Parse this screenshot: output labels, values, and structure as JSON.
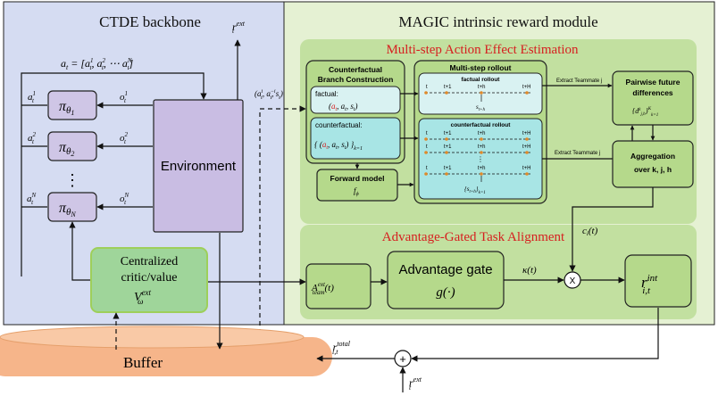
{
  "left_panel": {
    "title": "CTDE backbone"
  },
  "right_panel": {
    "title": "MAGIC intrinsic reward module"
  },
  "env_box": {
    "label": "Environment"
  },
  "labels": {
    "action_vec": "a",
    "action_vec_sub": "t",
    "action_vec_rhs": "= [a",
    "r_ext_top": "r",
    "r_ext_top_sub": "t",
    "r_ext_top_sup": "ext",
    "a_tuple": "(a",
    "a_tuple_rest": ", a",
    "a_tuple_end": ", s",
    "a_tuple_close": ")"
  },
  "policies": [
    {
      "pi": "π",
      "sub": "θ",
      "subsub": "1",
      "a_sup": "1",
      "o_sup": "1"
    },
    {
      "pi": "π",
      "sub": "θ",
      "subsub": "2",
      "a_sup": "2",
      "o_sup": "2"
    },
    {
      "pi": "π",
      "sub": "θ",
      "subsub": "N",
      "a_sup": "N",
      "o_sup": "N"
    }
  ],
  "dots": "⋮",
  "critic": {
    "line1": "Centralized",
    "line2": "critic/value",
    "v": "V",
    "v_sub": "ω",
    "v_sup": "ext"
  },
  "buffer": {
    "label": "Buffer"
  },
  "multistep": {
    "title": "Multi-step Action Effect Estimation",
    "cf_branch_title_1": "Counterfactual",
    "cf_branch_title_2": "Branch Construction",
    "factual_label": "factual:",
    "counterfactual_label": "counterfactual:",
    "rollout_title": "Multi-step rollout",
    "factual_rollout": "factual rollout",
    "cf_rollout": "counterfactual  rollout",
    "t": "t",
    "t1": "t+1",
    "th": "t+h",
    "tH": "t+H",
    "extract_1": "Extract Teammate j",
    "extract_2": "Extract Teammate j",
    "forward_model_1": "Forward model",
    "forward_model_2": "f",
    "forward_model_sub": "ϕ",
    "pairwise_1": "Pairwise future",
    "pairwise_2": "differences",
    "aggregation_1": "Aggregation",
    "aggregation_2": "over k, j, h"
  },
  "advantage": {
    "title": "Advantage-Gated Task Alignment",
    "a_team": "A",
    "a_team_sup": "ext",
    "a_team_sub": "team",
    "a_team_arg": "(t)",
    "gate_1": "Advantage gate",
    "gate_2": "g(·)",
    "kappa": "κ(t)",
    "ci": "c",
    "ci_sub": "i",
    "ci_arg": "(t)",
    "times": "X",
    "r_int": "r",
    "r_int_sup": "int",
    "r_int_sub": "i,t"
  },
  "bottom": {
    "r_total": "r",
    "r_total_sup": "total",
    "r_total_sub": "i,t",
    "plus": "+",
    "r_ext": "r",
    "r_ext_sup": "ext",
    "r_ext_sub": "t"
  },
  "colors": {
    "left_bg": "#d5dcf2",
    "right_bg": "#e5f1d3",
    "env_fill": "#c9bde3",
    "policy_fill": "#cfc6e6",
    "critic_fill": "#9fd59a",
    "inner_green": "#b5d98b",
    "cyan": "#a8e5e5",
    "buffer": "#f6b58a",
    "red": "#d62020"
  }
}
